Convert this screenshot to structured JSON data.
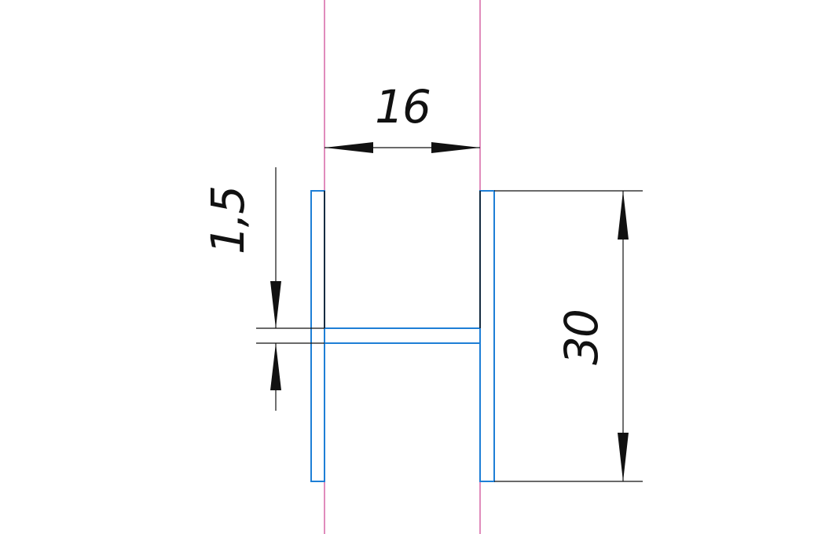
{
  "dimensions": {
    "width_label": "16",
    "height_label": "30",
    "thickness_label": "1,5"
  },
  "colors": {
    "profile": "#1e7fd6",
    "centerline": "#c2187a",
    "dimension": "#111111",
    "background": "#ffffff"
  }
}
